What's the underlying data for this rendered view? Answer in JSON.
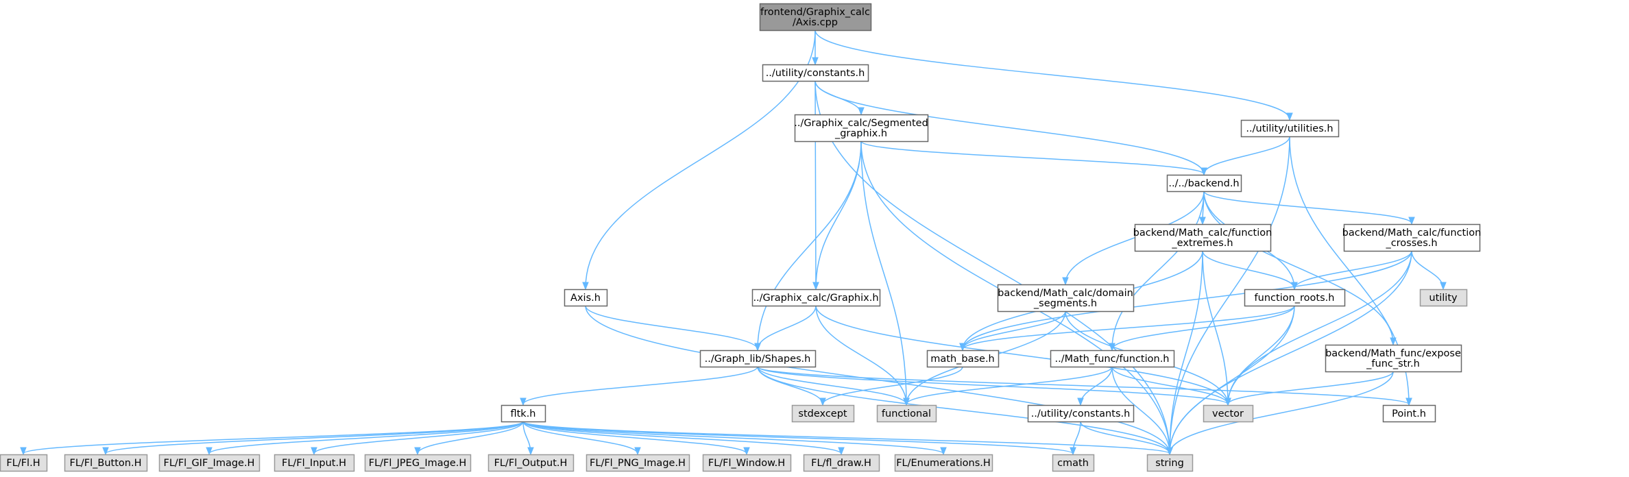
{
  "colors": {
    "edge": "#63b8ff",
    "root_fill": "#999999",
    "root_border": "#666666",
    "node_fill": "#ffffff",
    "node_border": "#666666",
    "external_fill": "#e0e0e0",
    "external_border": "#999999",
    "text": "#000000"
  },
  "graph": {
    "nodes": [
      {
        "id": "axis_cpp",
        "lines": [
          "frontend/Graphix_calc",
          "/Axis.cpp"
        ],
        "kind": "root"
      },
      {
        "id": "utility_constants",
        "lines": [
          "../utility/constants.h"
        ],
        "kind": "file"
      },
      {
        "id": "utility_utilities",
        "lines": [
          "../utility/utilities.h"
        ],
        "kind": "file"
      },
      {
        "id": "segmented_graphix",
        "lines": [
          "../Graphix_calc/Segmented",
          "_graphix.h"
        ],
        "kind": "file"
      },
      {
        "id": "backend",
        "lines": [
          "../../backend.h"
        ],
        "kind": "file"
      },
      {
        "id": "function_extremes",
        "lines": [
          "backend/Math_calc/function",
          "_extremes.h"
        ],
        "kind": "file"
      },
      {
        "id": "function_crosses",
        "lines": [
          "backend/Math_calc/function",
          "_crosses.h"
        ],
        "kind": "file"
      },
      {
        "id": "axis_h",
        "lines": [
          "Axis.h"
        ],
        "kind": "file"
      },
      {
        "id": "graphix_h",
        "lines": [
          "../Graphix_calc/Graphix.h"
        ],
        "kind": "file"
      },
      {
        "id": "domain_segments",
        "lines": [
          "backend/Math_calc/domain",
          "_segments.h"
        ],
        "kind": "file"
      },
      {
        "id": "function_roots",
        "lines": [
          "function_roots.h"
        ],
        "kind": "file"
      },
      {
        "id": "utility_sys",
        "lines": [
          "utility"
        ],
        "kind": "external"
      },
      {
        "id": "expose_func_str",
        "lines": [
          "backend/Math_func/expose",
          "_func_str.h"
        ],
        "kind": "file"
      },
      {
        "id": "shapes_h",
        "lines": [
          "../Graph_lib/Shapes.h"
        ],
        "kind": "file"
      },
      {
        "id": "math_base",
        "lines": [
          "math_base.h"
        ],
        "kind": "file"
      },
      {
        "id": "math_function",
        "lines": [
          "../Math_func/function.h"
        ],
        "kind": "file"
      },
      {
        "id": "fltk_h",
        "lines": [
          "fltk.h"
        ],
        "kind": "file"
      },
      {
        "id": "stdexcept",
        "lines": [
          "stdexcept"
        ],
        "kind": "external"
      },
      {
        "id": "functional",
        "lines": [
          "functional"
        ],
        "kind": "external"
      },
      {
        "id": "utility_constants2",
        "lines": [
          "../utility/constants.h"
        ],
        "kind": "file"
      },
      {
        "id": "vector",
        "lines": [
          "vector"
        ],
        "kind": "external"
      },
      {
        "id": "point_h",
        "lines": [
          "Point.h"
        ],
        "kind": "file"
      },
      {
        "id": "fl_h",
        "lines": [
          "FL/Fl.H"
        ],
        "kind": "external"
      },
      {
        "id": "fl_button",
        "lines": [
          "FL/Fl_Button.H"
        ],
        "kind": "external"
      },
      {
        "id": "fl_gif",
        "lines": [
          "FL/Fl_GIF_Image.H"
        ],
        "kind": "external"
      },
      {
        "id": "fl_input",
        "lines": [
          "FL/Fl_Input.H"
        ],
        "kind": "external"
      },
      {
        "id": "fl_jpeg",
        "lines": [
          "FL/Fl_JPEG_Image.H"
        ],
        "kind": "external"
      },
      {
        "id": "fl_output",
        "lines": [
          "FL/Fl_Output.H"
        ],
        "kind": "external"
      },
      {
        "id": "fl_png",
        "lines": [
          "FL/Fl_PNG_Image.H"
        ],
        "kind": "external"
      },
      {
        "id": "fl_window",
        "lines": [
          "FL/Fl_Window.H"
        ],
        "kind": "external"
      },
      {
        "id": "fl_draw",
        "lines": [
          "FL/fl_draw.H"
        ],
        "kind": "external"
      },
      {
        "id": "fl_enumerations",
        "lines": [
          "FL/Enumerations.H"
        ],
        "kind": "external"
      },
      {
        "id": "cmath",
        "lines": [
          "cmath"
        ],
        "kind": "external"
      },
      {
        "id": "string",
        "lines": [
          "string"
        ],
        "kind": "external"
      }
    ],
    "edges": [
      [
        "axis_cpp",
        "utility_constants"
      ],
      [
        "axis_cpp",
        "utility_utilities"
      ],
      [
        "axis_cpp",
        "axis_h"
      ],
      [
        "utility_constants",
        "segmented_graphix"
      ],
      [
        "utility_constants",
        "backend"
      ],
      [
        "utility_constants",
        "graphix_h"
      ],
      [
        "utility_constants",
        "string"
      ],
      [
        "utility_utilities",
        "backend"
      ],
      [
        "utility_utilities",
        "point_h"
      ],
      [
        "utility_utilities",
        "string"
      ],
      [
        "segmented_graphix",
        "backend"
      ],
      [
        "segmented_graphix",
        "graphix_h"
      ],
      [
        "segmented_graphix",
        "shapes_h"
      ],
      [
        "segmented_graphix",
        "functional"
      ],
      [
        "segmented_graphix",
        "string"
      ],
      [
        "backend",
        "function_extremes"
      ],
      [
        "backend",
        "function_crosses"
      ],
      [
        "backend",
        "domain_segments"
      ],
      [
        "backend",
        "function_roots"
      ],
      [
        "backend",
        "math_function"
      ],
      [
        "backend",
        "expose_func_str"
      ],
      [
        "function_extremes",
        "function_roots"
      ],
      [
        "function_extremes",
        "math_base"
      ],
      [
        "function_extremes",
        "vector"
      ],
      [
        "function_extremes",
        "string"
      ],
      [
        "function_crosses",
        "function_roots"
      ],
      [
        "function_crosses",
        "math_base"
      ],
      [
        "function_crosses",
        "utility_sys"
      ],
      [
        "function_crosses",
        "vector"
      ],
      [
        "function_crosses",
        "string"
      ],
      [
        "axis_h",
        "shapes_h"
      ],
      [
        "axis_h",
        "string"
      ],
      [
        "graphix_h",
        "shapes_h"
      ],
      [
        "graphix_h",
        "functional"
      ],
      [
        "graphix_h",
        "vector"
      ],
      [
        "domain_segments",
        "math_base"
      ],
      [
        "domain_segments",
        "functional"
      ],
      [
        "domain_segments",
        "vector"
      ],
      [
        "function_roots",
        "math_base"
      ],
      [
        "function_roots",
        "math_function"
      ],
      [
        "function_roots",
        "vector"
      ],
      [
        "function_roots",
        "string"
      ],
      [
        "expose_func_str",
        "vector"
      ],
      [
        "expose_func_str",
        "string"
      ],
      [
        "shapes_h",
        "fltk_h"
      ],
      [
        "shapes_h",
        "stdexcept"
      ],
      [
        "shapes_h",
        "functional"
      ],
      [
        "shapes_h",
        "vector"
      ],
      [
        "shapes_h",
        "point_h"
      ],
      [
        "shapes_h",
        "string"
      ],
      [
        "math_base",
        "stdexcept"
      ],
      [
        "math_function",
        "functional"
      ],
      [
        "math_function",
        "utility_constants2"
      ],
      [
        "math_function",
        "vector"
      ],
      [
        "math_function",
        "string"
      ],
      [
        "utility_constants2",
        "cmath"
      ],
      [
        "utility_constants2",
        "string"
      ],
      [
        "fltk_h",
        "fl_h"
      ],
      [
        "fltk_h",
        "fl_button"
      ],
      [
        "fltk_h",
        "fl_gif"
      ],
      [
        "fltk_h",
        "fl_input"
      ],
      [
        "fltk_h",
        "fl_jpeg"
      ],
      [
        "fltk_h",
        "fl_output"
      ],
      [
        "fltk_h",
        "fl_png"
      ],
      [
        "fltk_h",
        "fl_window"
      ],
      [
        "fltk_h",
        "fl_draw"
      ],
      [
        "fltk_h",
        "fl_enumerations"
      ],
      [
        "fltk_h",
        "cmath"
      ],
      [
        "fltk_h",
        "string"
      ]
    ]
  }
}
